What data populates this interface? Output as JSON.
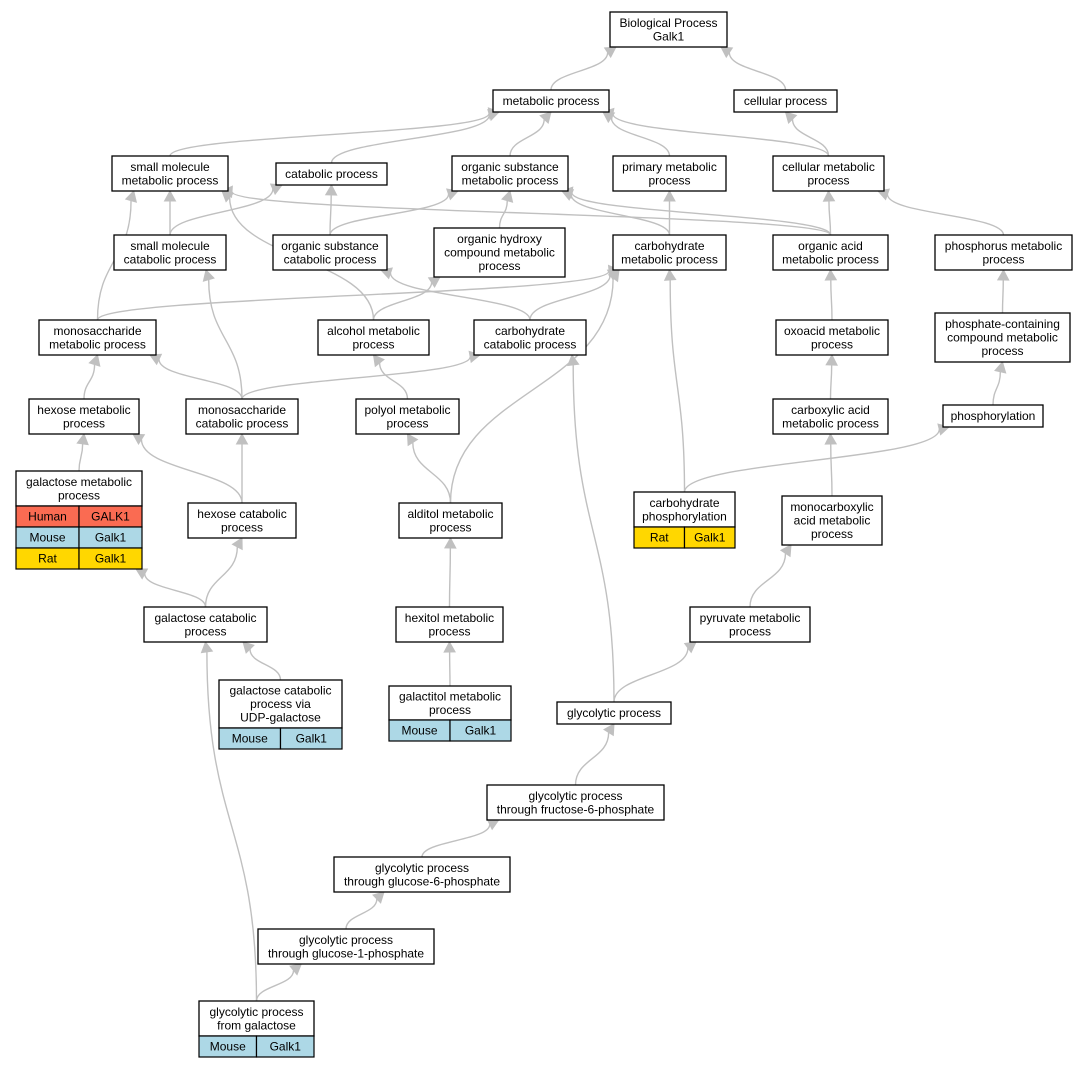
{
  "colors": {
    "Human": "#fa6b52",
    "Mouse": "#add8e6",
    "Rat": "#ffd700",
    "edge": "#c0c0c0"
  },
  "nodes": [
    {
      "id": "bp",
      "lines": [
        "Biological Process",
        "Galk1"
      ]
    },
    {
      "id": "metabolic",
      "lines": [
        "metabolic process"
      ]
    },
    {
      "id": "cellular",
      "lines": [
        "cellular process"
      ]
    },
    {
      "id": "small_mol_met",
      "lines": [
        "small molecule",
        "metabolic process"
      ]
    },
    {
      "id": "catabolic",
      "lines": [
        "catabolic process"
      ]
    },
    {
      "id": "org_sub_met",
      "lines": [
        "organic substance",
        "metabolic process"
      ]
    },
    {
      "id": "primary_met",
      "lines": [
        "primary metabolic",
        "process"
      ]
    },
    {
      "id": "cell_met",
      "lines": [
        "cellular metabolic",
        "process"
      ]
    },
    {
      "id": "small_mol_cat",
      "lines": [
        "small molecule",
        "catabolic process"
      ]
    },
    {
      "id": "org_sub_cat",
      "lines": [
        "organic substance",
        "catabolic process"
      ]
    },
    {
      "id": "org_hydroxy",
      "lines": [
        "organic hydroxy",
        "compound metabolic",
        "process"
      ]
    },
    {
      "id": "carb_met",
      "lines": [
        "carbohydrate",
        "metabolic process"
      ]
    },
    {
      "id": "org_acid",
      "lines": [
        "organic acid",
        "metabolic process"
      ]
    },
    {
      "id": "phosphorus",
      "lines": [
        "phosphorus metabolic",
        "process"
      ]
    },
    {
      "id": "monosac_met",
      "lines": [
        "monosaccharide",
        "metabolic process"
      ]
    },
    {
      "id": "alcohol",
      "lines": [
        "alcohol metabolic",
        "process"
      ]
    },
    {
      "id": "carb_cat",
      "lines": [
        "carbohydrate",
        "catabolic process"
      ]
    },
    {
      "id": "oxoacid",
      "lines": [
        "oxoacid metabolic",
        "process"
      ]
    },
    {
      "id": "phosphate",
      "lines": [
        "phosphate-containing",
        "compound metabolic",
        "process"
      ]
    },
    {
      "id": "hexose_met",
      "lines": [
        "hexose metabolic",
        "process"
      ]
    },
    {
      "id": "monosac_cat",
      "lines": [
        "monosaccharide",
        "catabolic process"
      ]
    },
    {
      "id": "polyol",
      "lines": [
        "polyol metabolic",
        "process"
      ]
    },
    {
      "id": "carboxylic",
      "lines": [
        "carboxylic acid",
        "metabolic process"
      ]
    },
    {
      "id": "phosphorylation",
      "lines": [
        "phosphorylation"
      ]
    },
    {
      "id": "galactose_met",
      "lines": [
        "galactose metabolic",
        "process"
      ],
      "annotations": [
        [
          "Human",
          "GALK1"
        ],
        [
          "Mouse",
          "Galk1"
        ],
        [
          "Rat",
          "Galk1"
        ]
      ]
    },
    {
      "id": "hexose_cat",
      "lines": [
        "hexose catabolic",
        "process"
      ]
    },
    {
      "id": "alditol",
      "lines": [
        "alditol metabolic",
        "process"
      ]
    },
    {
      "id": "carb_phos",
      "lines": [
        "carbohydrate",
        "phosphorylation"
      ],
      "annotations": [
        [
          "Rat",
          "Galk1"
        ]
      ]
    },
    {
      "id": "monocarbox",
      "lines": [
        "monocarboxylic",
        "acid metabolic",
        "process"
      ]
    },
    {
      "id": "galactose_cat",
      "lines": [
        "galactose catabolic",
        "process"
      ]
    },
    {
      "id": "hexitol",
      "lines": [
        "hexitol metabolic",
        "process"
      ]
    },
    {
      "id": "pyruvate",
      "lines": [
        "pyruvate metabolic",
        "process"
      ]
    },
    {
      "id": "gal_cat_udp",
      "lines": [
        "galactose catabolic",
        "process via",
        "UDP-galactose"
      ],
      "annotations": [
        [
          "Mouse",
          "Galk1"
        ]
      ]
    },
    {
      "id": "galactitol",
      "lines": [
        "galactitol metabolic",
        "process"
      ],
      "annotations": [
        [
          "Mouse",
          "Galk1"
        ]
      ]
    },
    {
      "id": "glycolytic",
      "lines": [
        "glycolytic process"
      ]
    },
    {
      "id": "gly_f6p",
      "lines": [
        "glycolytic process",
        "through fructose-6-phosphate"
      ]
    },
    {
      "id": "gly_g6p",
      "lines": [
        "glycolytic process",
        "through glucose-6-phosphate"
      ]
    },
    {
      "id": "gly_g1p",
      "lines": [
        "glycolytic process",
        "through glucose-1-phosphate"
      ]
    },
    {
      "id": "gly_gal",
      "lines": [
        "glycolytic process",
        "from galactose"
      ],
      "annotations": [
        [
          "Mouse",
          "Galk1"
        ]
      ]
    }
  ],
  "edges": [
    [
      "metabolic",
      "bp"
    ],
    [
      "cellular",
      "bp"
    ],
    [
      "small_mol_met",
      "metabolic"
    ],
    [
      "catabolic",
      "metabolic"
    ],
    [
      "org_sub_met",
      "metabolic"
    ],
    [
      "primary_met",
      "metabolic"
    ],
    [
      "cell_met",
      "metabolic"
    ],
    [
      "cell_met",
      "cellular"
    ],
    [
      "small_mol_cat",
      "small_mol_met"
    ],
    [
      "small_mol_cat",
      "catabolic"
    ],
    [
      "org_sub_cat",
      "catabolic"
    ],
    [
      "org_sub_cat",
      "org_sub_met"
    ],
    [
      "org_hydroxy",
      "org_sub_met"
    ],
    [
      "carb_met",
      "org_sub_met"
    ],
    [
      "carb_met",
      "primary_met"
    ],
    [
      "org_acid",
      "small_mol_met"
    ],
    [
      "org_acid",
      "org_sub_met"
    ],
    [
      "org_acid",
      "cell_met"
    ],
    [
      "phosphorus",
      "cell_met"
    ],
    [
      "monosac_met",
      "small_mol_met"
    ],
    [
      "monosac_met",
      "carb_met"
    ],
    [
      "alcohol",
      "small_mol_met"
    ],
    [
      "alcohol",
      "org_hydroxy"
    ],
    [
      "carb_cat",
      "org_sub_cat"
    ],
    [
      "carb_cat",
      "carb_met"
    ],
    [
      "oxoacid",
      "org_acid"
    ],
    [
      "phosphate",
      "phosphorus"
    ],
    [
      "hexose_met",
      "monosac_met"
    ],
    [
      "monosac_cat",
      "small_mol_cat"
    ],
    [
      "monosac_cat",
      "monosac_met"
    ],
    [
      "monosac_cat",
      "carb_cat"
    ],
    [
      "polyol",
      "alcohol"
    ],
    [
      "carboxylic",
      "oxoacid"
    ],
    [
      "phosphorylation",
      "phosphate"
    ],
    [
      "galactose_met",
      "hexose_met"
    ],
    [
      "hexose_cat",
      "hexose_met"
    ],
    [
      "hexose_cat",
      "monosac_cat"
    ],
    [
      "alditol",
      "polyol"
    ],
    [
      "alditol",
      "carb_met"
    ],
    [
      "carb_phos",
      "carb_met"
    ],
    [
      "carb_phos",
      "phosphorylation"
    ],
    [
      "monocarbox",
      "carboxylic"
    ],
    [
      "galactose_cat",
      "galactose_met"
    ],
    [
      "galactose_cat",
      "hexose_cat"
    ],
    [
      "hexitol",
      "alditol"
    ],
    [
      "pyruvate",
      "monocarbox"
    ],
    [
      "gal_cat_udp",
      "galactose_cat"
    ],
    [
      "galactitol",
      "hexitol"
    ],
    [
      "glycolytic",
      "carb_cat"
    ],
    [
      "glycolytic",
      "pyruvate"
    ],
    [
      "gly_f6p",
      "glycolytic"
    ],
    [
      "gly_g6p",
      "gly_f6p"
    ],
    [
      "gly_g1p",
      "gly_g6p"
    ],
    [
      "gly_gal",
      "gly_g1p"
    ],
    [
      "gly_gal",
      "galactose_cat"
    ]
  ]
}
